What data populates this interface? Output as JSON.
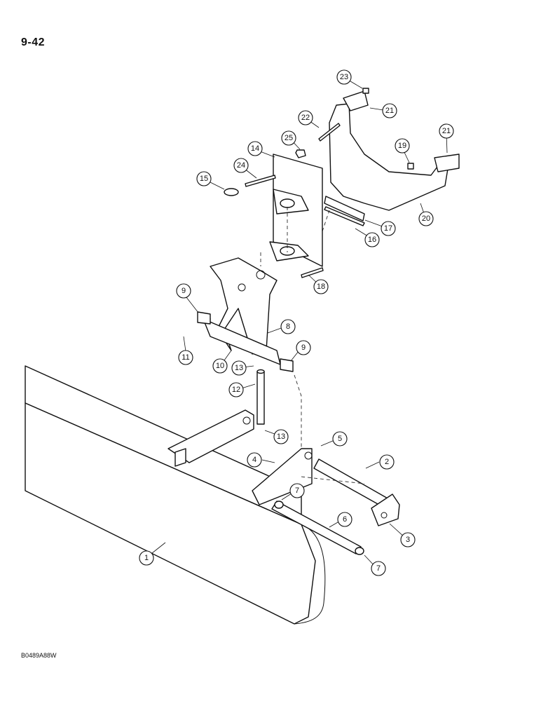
{
  "header": {
    "page_number": "9-42"
  },
  "footer": {
    "drawing_code": "B0489A88W"
  },
  "callouts": [
    "1",
    "2",
    "3",
    "4",
    "5",
    "6",
    "7",
    "7",
    "8",
    "9",
    "9",
    "10",
    "11",
    "12",
    "13",
    "13",
    "14",
    "15",
    "16",
    "17",
    "18",
    "19",
    "20",
    "21",
    "21",
    "22",
    "23",
    "24",
    "25"
  ]
}
